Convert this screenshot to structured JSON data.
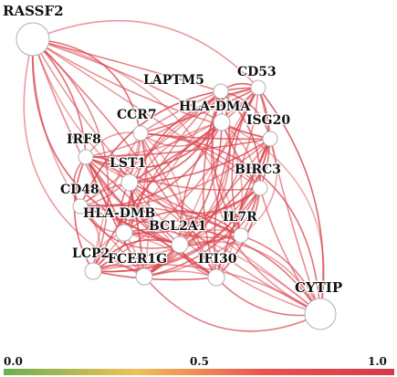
{
  "network": {
    "nodes": [
      {
        "id": "RASSF2",
        "label": "RASSF2"
      },
      {
        "id": "LAPTM5",
        "label": "LAPTM5"
      },
      {
        "id": "CD53",
        "label": "CD53"
      },
      {
        "id": "HLA-DMA",
        "label": "HLA-DMA"
      },
      {
        "id": "CCR7",
        "label": "CCR7"
      },
      {
        "id": "ISG20",
        "label": "ISG20"
      },
      {
        "id": "IRF8",
        "label": "IRF8"
      },
      {
        "id": "LST1",
        "label": "LST1"
      },
      {
        "id": "BIRC3",
        "label": "BIRC3"
      },
      {
        "id": "CD48",
        "label": "CD48"
      },
      {
        "id": "HLA-DMB",
        "label": "HLA-DMB"
      },
      {
        "id": "IL7R",
        "label": "IL7R"
      },
      {
        "id": "BCL2A1",
        "label": "BCL2A1"
      },
      {
        "id": "LCP2",
        "label": "LCP2"
      },
      {
        "id": "FCER1G",
        "label": "FCER1G"
      },
      {
        "id": "IFI30",
        "label": "IFI30"
      },
      {
        "id": "CYTIP",
        "label": "CYTIP"
      }
    ],
    "edge_color": "#d9464f"
  },
  "color_scale": {
    "min_label": "0.0",
    "mid_label": "0.5",
    "max_label": "1.0",
    "colors": [
      "#6ab04c",
      "#f0c05a",
      "#e8544f",
      "#d23a4a"
    ]
  }
}
